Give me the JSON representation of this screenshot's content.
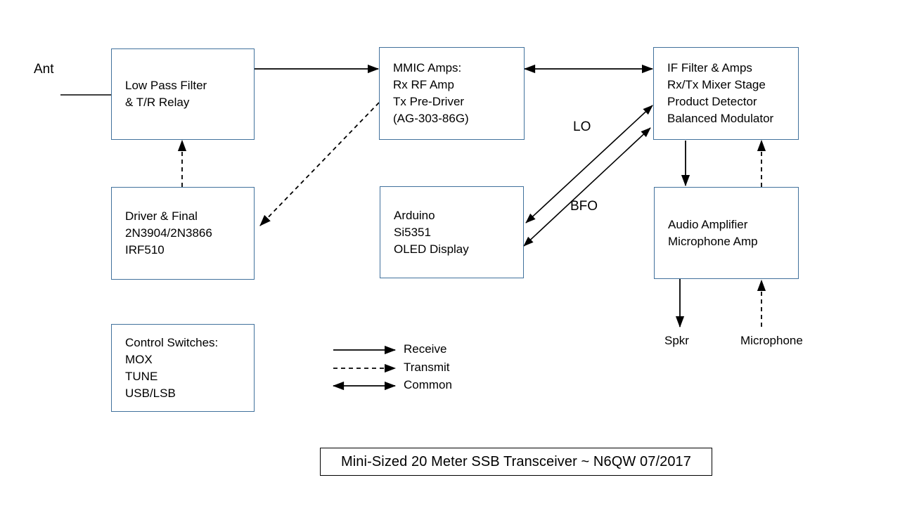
{
  "diagram": {
    "title": "Mini-Sized 20 Meter SSB Transceiver ~ N6QW 07/2017",
    "antenna_label": "Ant",
    "blocks": [
      {
        "id": "low-pass-filter",
        "lines": [
          "Low Pass Filter",
          "& T/R Relay"
        ]
      },
      {
        "id": "mmic-amps",
        "lines": [
          "MMIC Amps:",
          "Rx RF Amp",
          "Tx Pre-Driver",
          "(AG-303-86G)"
        ]
      },
      {
        "id": "if-filter",
        "lines": [
          "IF Filter & Amps",
          "Rx/Tx Mixer Stage",
          "Product Detector",
          "Balanced Modulator"
        ]
      },
      {
        "id": "driver-final",
        "lines": [
          "Driver & Final",
          "2N3904/2N3866",
          "IRF510"
        ]
      },
      {
        "id": "arduino",
        "lines": [
          "Arduino",
          "Si5351",
          "OLED Display"
        ]
      },
      {
        "id": "audio-amplifier",
        "lines": [
          "Audio Amplifier",
          "Microphone Amp"
        ]
      },
      {
        "id": "control-switches",
        "lines": [
          "Control Switches:",
          "MOX",
          "TUNE",
          "USB/LSB"
        ]
      }
    ],
    "edge_labels": {
      "lo": "LO",
      "bfo": "BFO"
    },
    "terminals": {
      "speaker": "Spkr",
      "microphone": "Microphone"
    },
    "legend": {
      "receive": "Receive",
      "transmit": "Transmit",
      "common": "Common"
    },
    "colors": {
      "box_border": "#41719C",
      "line": "#000000",
      "title_border": "#000000",
      "background": "#ffffff"
    }
  }
}
